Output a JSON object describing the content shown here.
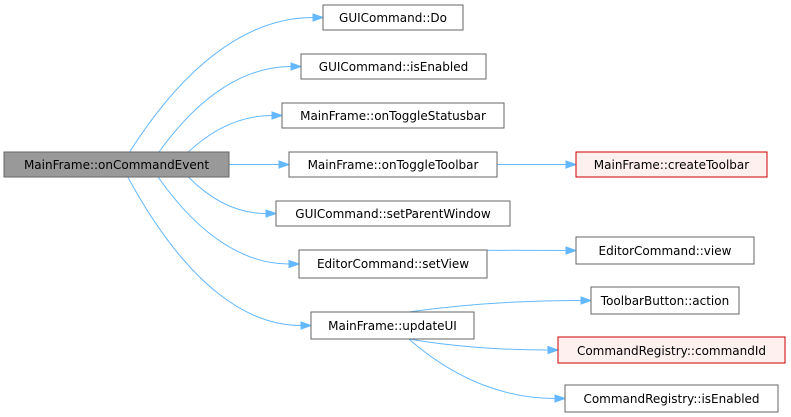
{
  "colors": {
    "root_fill": "#999999",
    "root_border": "#666666",
    "node_fill": "#ffffff",
    "node_border": "#666666",
    "highlight_fill": "#fff0f0",
    "highlight_border": "#cc0000",
    "edge": "#63B8FF"
  },
  "nodes": {
    "root": {
      "label": "MainFrame::onCommandEvent",
      "style": "root"
    },
    "gui_do": {
      "label": "GUICommand::Do",
      "style": "normal"
    },
    "gui_isenabled": {
      "label": "GUICommand::isEnabled",
      "style": "normal"
    },
    "mf_statusbar": {
      "label": "MainFrame::onToggleStatusbar",
      "style": "normal"
    },
    "mf_toolbar": {
      "label": "MainFrame::onToggleToolbar",
      "style": "normal"
    },
    "mf_createtoolbar": {
      "label": "MainFrame::createToolbar",
      "style": "highlight"
    },
    "gui_setparent": {
      "label": "GUICommand::setParentWindow",
      "style": "normal"
    },
    "ed_setview": {
      "label": "EditorCommand::setView",
      "style": "normal"
    },
    "ed_view": {
      "label": "EditorCommand::view",
      "style": "normal"
    },
    "mf_updateui": {
      "label": "MainFrame::updateUI",
      "style": "normal"
    },
    "tb_action": {
      "label": "ToolbarButton::action",
      "style": "normal"
    },
    "cr_commandid": {
      "label": "CommandRegistry::commandId",
      "style": "highlight"
    },
    "cr_isenabled": {
      "label": "CommandRegistry::isEnabled",
      "style": "normal"
    }
  },
  "edges": [
    {
      "from": "root",
      "to": "gui_do"
    },
    {
      "from": "root",
      "to": "gui_isenabled"
    },
    {
      "from": "root",
      "to": "mf_statusbar"
    },
    {
      "from": "root",
      "to": "mf_toolbar"
    },
    {
      "from": "root",
      "to": "gui_setparent"
    },
    {
      "from": "root",
      "to": "ed_setview"
    },
    {
      "from": "root",
      "to": "mf_updateui"
    },
    {
      "from": "mf_toolbar",
      "to": "mf_createtoolbar"
    },
    {
      "from": "ed_setview",
      "to": "ed_view"
    },
    {
      "from": "mf_updateui",
      "to": "tb_action"
    },
    {
      "from": "mf_updateui",
      "to": "cr_commandid"
    },
    {
      "from": "mf_updateui",
      "to": "cr_isenabled"
    }
  ]
}
